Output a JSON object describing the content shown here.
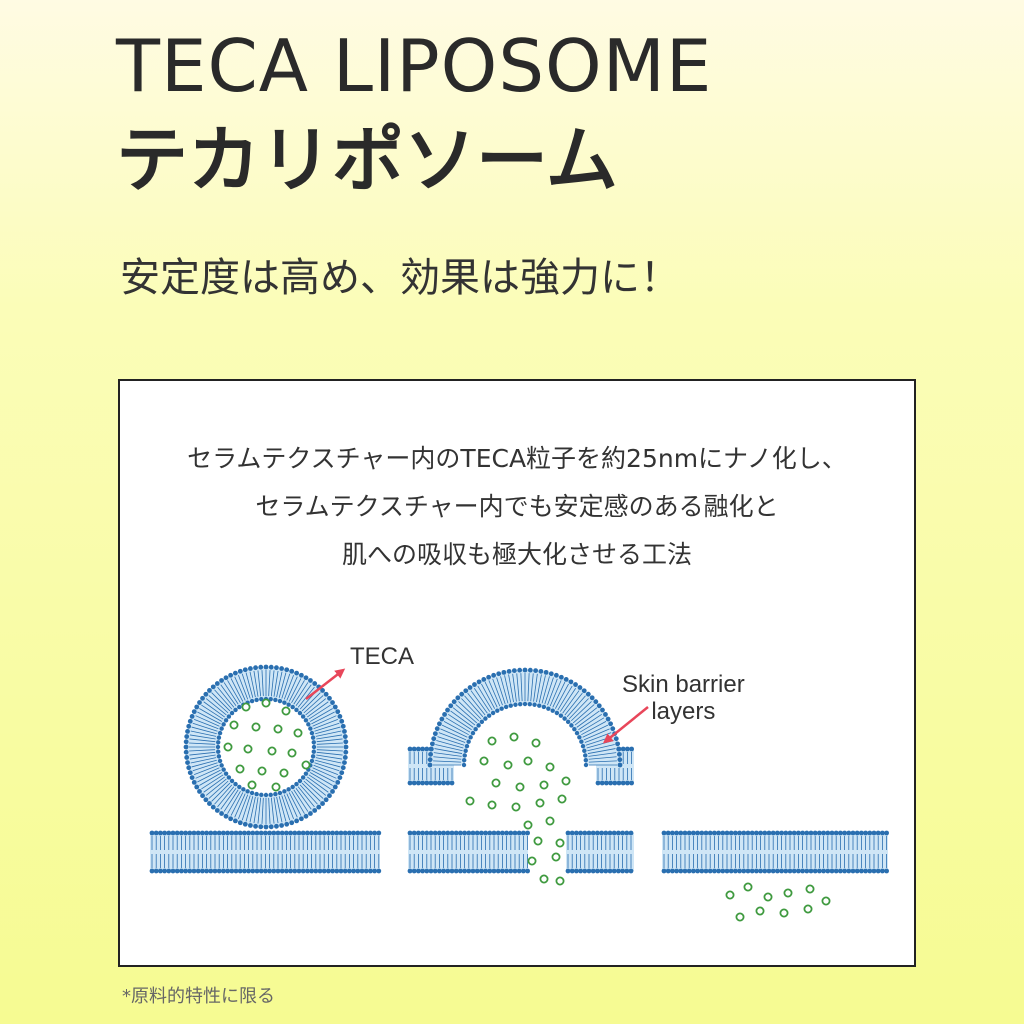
{
  "header": {
    "title_en": "TECA LIPOSOME",
    "title_jp": "テカリポソーム",
    "subtitle": "安定度は高め、効果は強力に！"
  },
  "panel": {
    "description_lines": [
      "セラムテクスチャー内のTECA粒子を約25nmにナノ化し、",
      "セラムテクスチャー内でも安定感のある融化と",
      "肌への吸収も極大化させる工法"
    ],
    "labels": {
      "teca": "TECA",
      "skin_barrier_line1": "Skin barrier",
      "skin_barrier_line2": "layers"
    }
  },
  "colors": {
    "membrane_blue": "#2a6fb0",
    "membrane_fill": "#cfe6f6",
    "particle_green": "#3f9a3f",
    "arrow_red": "#e8465a"
  },
  "footnote": "*原料的特性に限る"
}
